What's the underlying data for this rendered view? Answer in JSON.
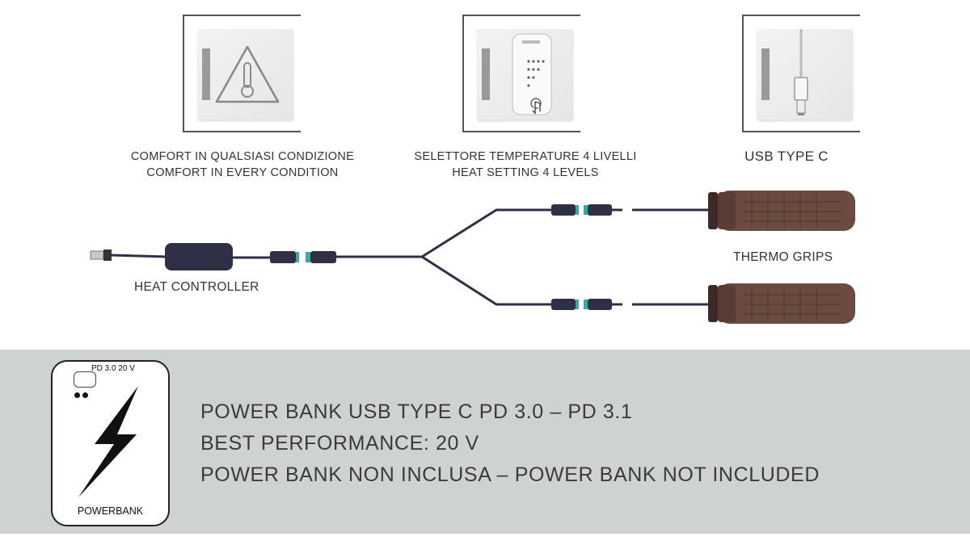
{
  "features": [
    {
      "icon": "warning-thermometer-icon",
      "caption_it": "COMFORT IN QUALSIASI CONDIZIONE",
      "caption_en": "COMFORT IN EVERY CONDITION"
    },
    {
      "icon": "temperature-selector-icon",
      "caption_it": "SELETTORE TEMPERATURE 4 LIVELLI",
      "caption_en": "HEAT SETTING 4 LEVELS"
    },
    {
      "icon": "usb-c-cable-icon",
      "caption": "USB TYPE C"
    }
  ],
  "diagram": {
    "heat_controller_label": "HEAT CONTROLLER",
    "thermo_grips_label": "THERMO GRIPS"
  },
  "powerbank": {
    "spec": "PD 3.0 20 V",
    "label": "POWERBANK",
    "lines": [
      "POWER BANK USB TYPE C  PD 3.0 – PD 3.1",
      "BEST PERFORMANCE: 20 V",
      "POWER BANK NON INCLUSA – POWER BANK NOT INCLUDED"
    ]
  },
  "colors": {
    "band": "#ced2d3",
    "cable": "#2f2f45",
    "connector_accent": "#3aa9a6",
    "grip": "#6b4a40"
  }
}
